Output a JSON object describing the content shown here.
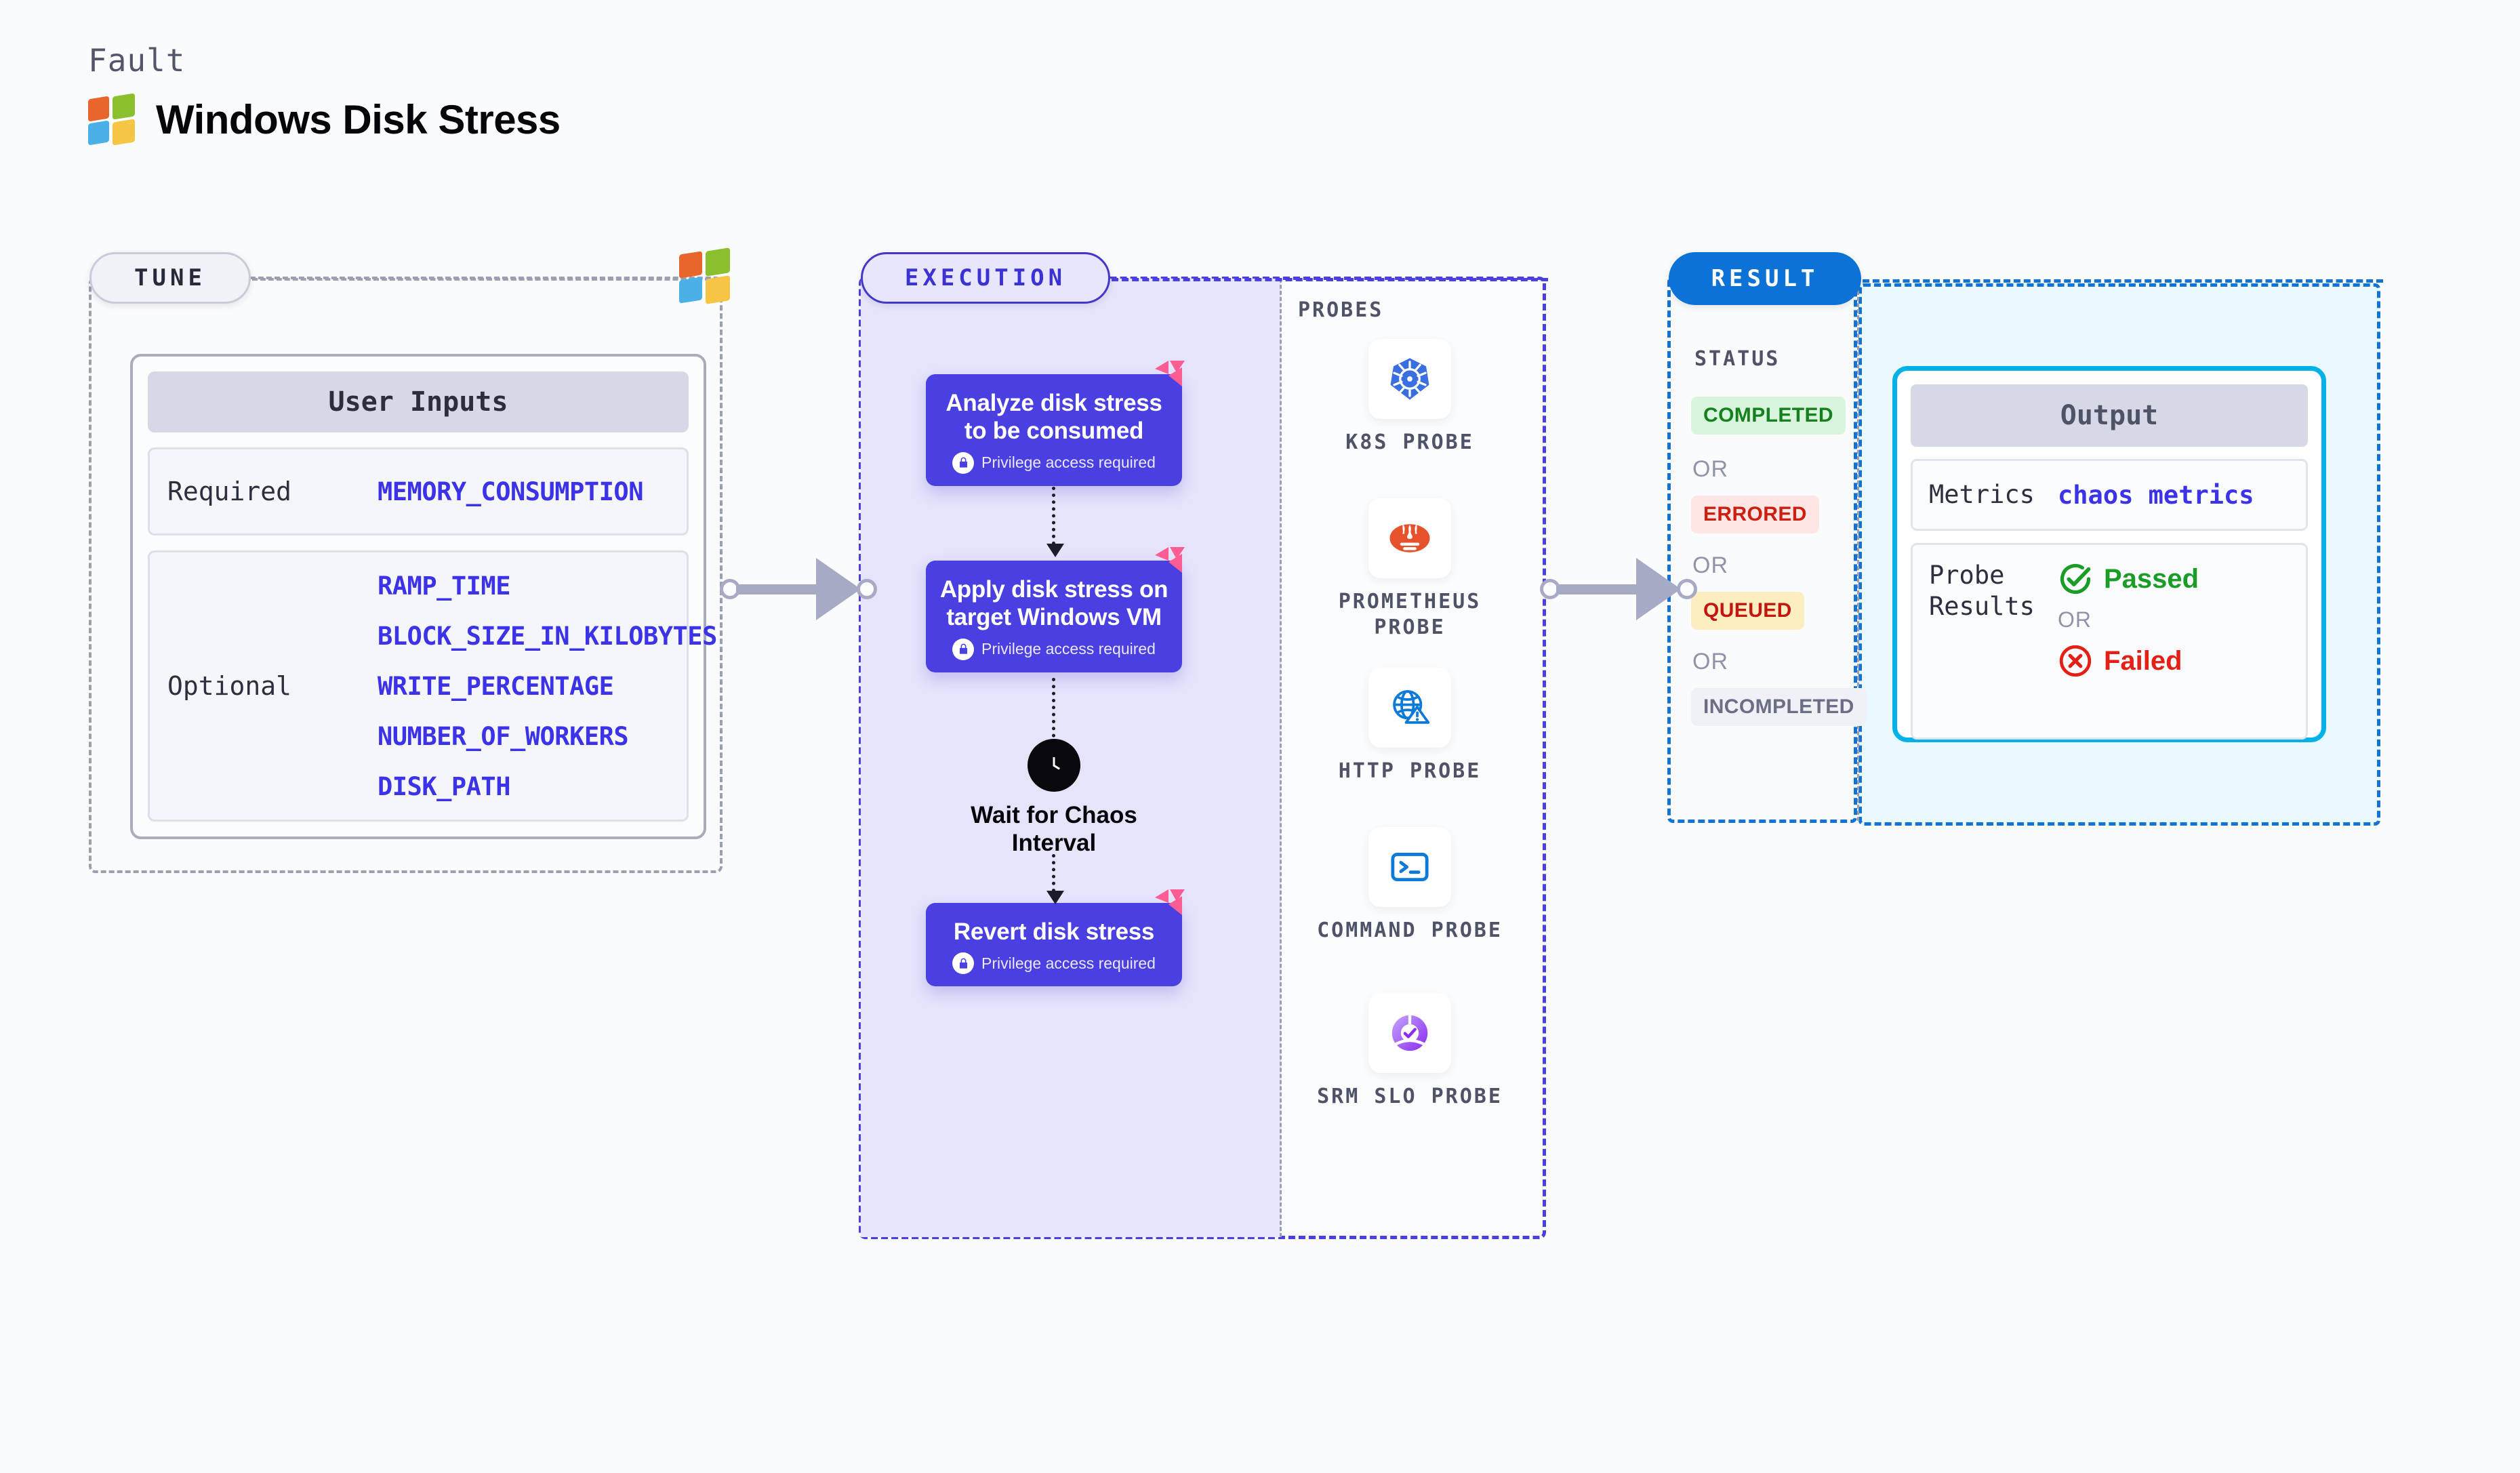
{
  "header": {
    "kicker": "Fault",
    "title": "Windows Disk Stress",
    "logo_icon": "windows-logo-icon"
  },
  "tune": {
    "pill_label": "TUNE",
    "badge_icon": "windows-logo-icon",
    "card_title": "User Inputs",
    "rows": [
      {
        "label": "Required",
        "values": [
          "MEMORY_CONSUMPTION"
        ]
      },
      {
        "label": "Optional",
        "values": [
          "RAMP_TIME",
          "BLOCK_SIZE_IN_KILOBYTES",
          "WRITE_PERCENTAGE",
          "NUMBER_OF_WORKERS",
          "DISK_PATH"
        ]
      }
    ]
  },
  "execution": {
    "pill_label": "EXECUTION",
    "privilege_note": "Privilege access required",
    "lock_icon": "lock-icon",
    "flag_icon": "litmus-chaos-icon",
    "steps": [
      {
        "title": "Analyze disk stress to be consumed"
      },
      {
        "title": "Apply disk stress on target Windows VM"
      },
      {
        "title": "Revert disk stress"
      }
    ],
    "wait_node": {
      "label": "Wait for Chaos Interval",
      "icon": "clock-icon"
    }
  },
  "probes": {
    "title": "PROBES",
    "items": [
      {
        "label": "K8S PROBE",
        "icon": "kubernetes-icon"
      },
      {
        "label": "PROMETHEUS PROBE",
        "icon": "prometheus-icon"
      },
      {
        "label": "HTTP PROBE",
        "icon": "http-globe-warning-icon"
      },
      {
        "label": "COMMAND PROBE",
        "icon": "terminal-icon"
      },
      {
        "label": "SRM SLO PROBE",
        "icon": "srm-slo-icon"
      }
    ]
  },
  "result": {
    "pill_label": "RESULT",
    "status_title": "STATUS",
    "or_label": "OR",
    "statuses": [
      {
        "label": "COMPLETED",
        "bg": "#d9f5dd",
        "fg": "#15801e"
      },
      {
        "label": "ERRORED",
        "bg": "#fde6e3",
        "fg": "#cc1f12"
      },
      {
        "label": "QUEUED",
        "bg": "#fdeec2",
        "fg": "#c3160f"
      },
      {
        "label": "INCOMPLETED",
        "bg": "#f0f1f6",
        "fg": "#6a6f85"
      }
    ],
    "output": {
      "title": "Output",
      "metrics_label": "Metrics",
      "metrics_value": "chaos metrics",
      "probe_results_label": "Probe Results",
      "passed_label": "Passed",
      "failed_label": "Failed",
      "or_label": "OR",
      "passed_icon": "check-circle-icon",
      "failed_icon": "x-circle-icon"
    }
  },
  "colors": {
    "accent_purple": "#4a3fe0",
    "accent_blue": "#0c72d6",
    "accent_cyan": "#00b0e8",
    "mono_value": "#3c32e8"
  }
}
